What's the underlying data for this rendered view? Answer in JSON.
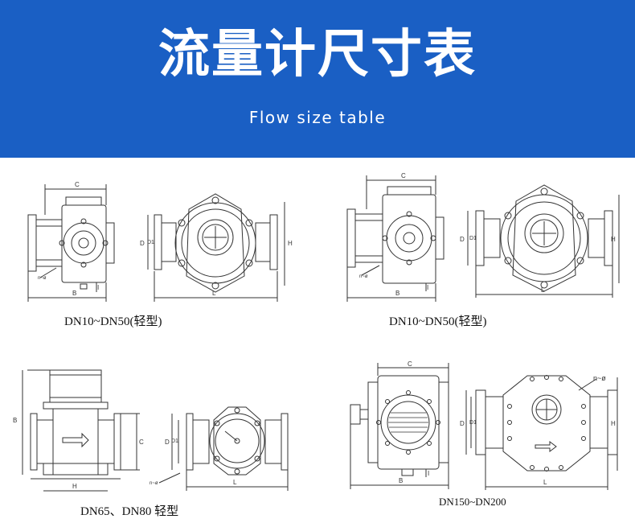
{
  "banner": {
    "title": "流量计尺寸表",
    "subtitle": "Flow size table",
    "color": "#1a5fc4"
  },
  "diagrams": [
    {
      "caption": "DN10~DN50(轻型)",
      "labels": {
        "c": "C",
        "b": "B",
        "i": "I",
        "d": "D",
        "d1": "D1",
        "h": "H",
        "l": "L",
        "n": "n~ø"
      }
    },
    {
      "caption": "DN10~DN50(轻型)",
      "labels": {
        "c": "C",
        "b": "B",
        "i": "I",
        "d": "D",
        "d1": "D1",
        "h": "H",
        "l": "L",
        "n": "n~ø"
      }
    },
    {
      "caption": "DN65、DN80 轻型",
      "labels": {
        "b": "B",
        "c": "C",
        "h": "H",
        "d": "D",
        "d1": "D1",
        "l": "L",
        "n": "n~ø"
      }
    },
    {
      "caption": "DN150~DN200",
      "labels": {
        "c": "C",
        "b": "B",
        "i": "I",
        "d": "D",
        "d1": "D1",
        "h": "H",
        "l": "L",
        "n": "n~ø"
      }
    }
  ]
}
